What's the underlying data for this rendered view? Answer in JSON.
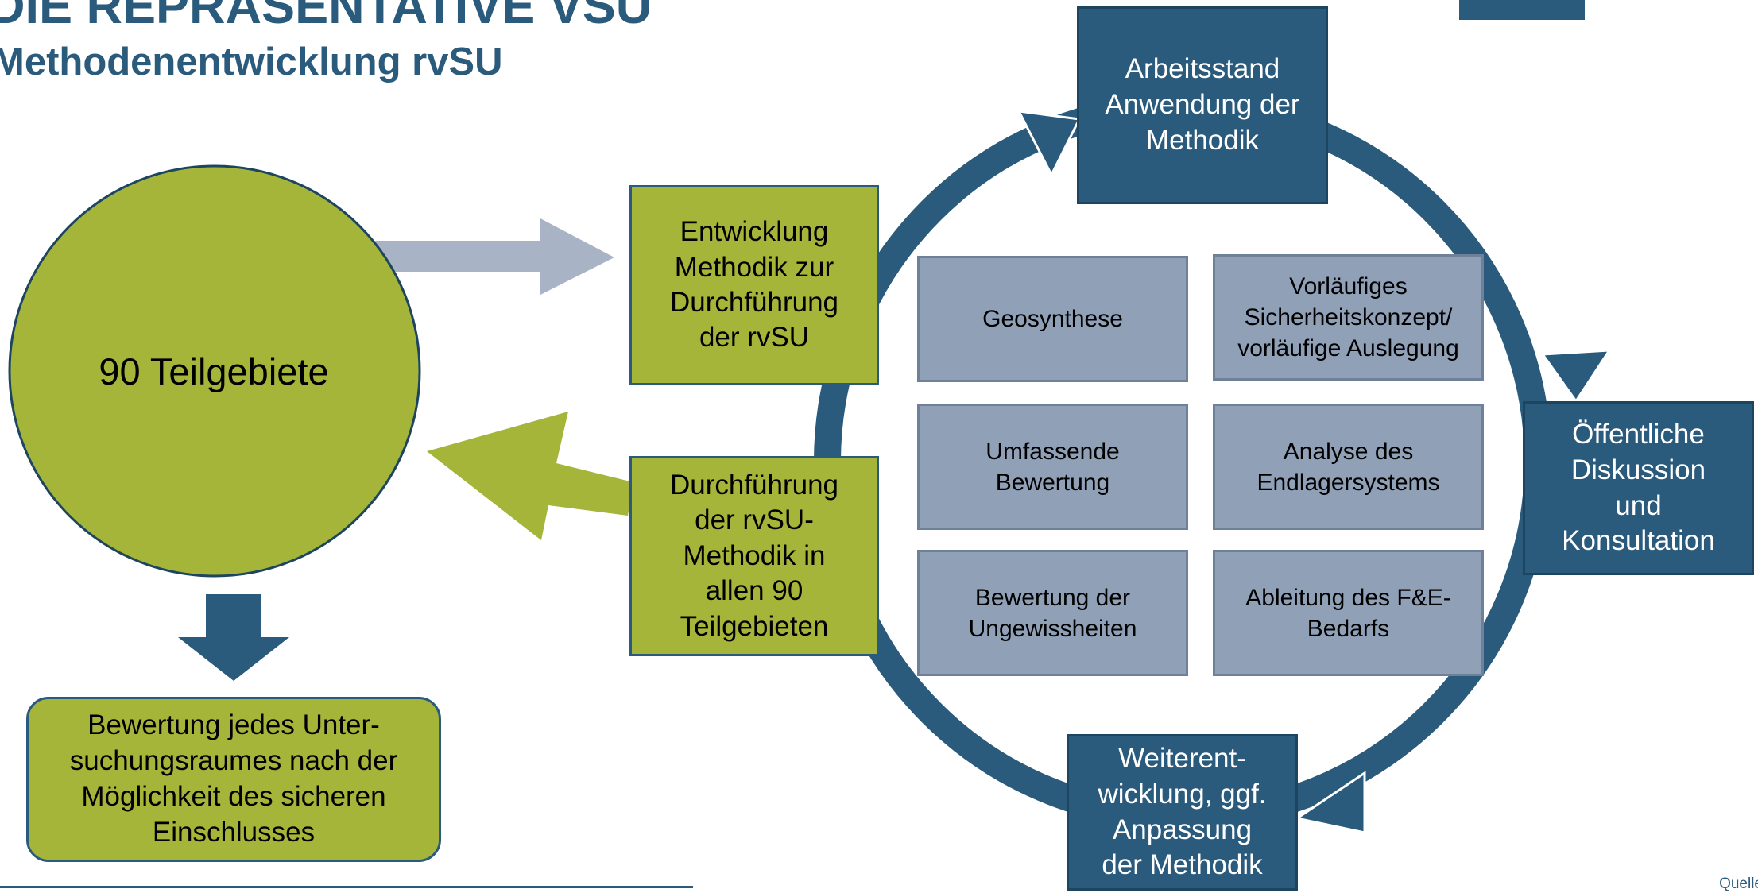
{
  "header": {
    "title": "DIE REPRÄSENTATIVE VSU",
    "subtitle": "Methodenentwicklung rvSU"
  },
  "left": {
    "circle_label": "90 Teilgebiete",
    "result_box": "Bewertung jedes Unter-\nsuchungsraumes nach der\nMöglichkeit des sicheren\nEinschlusses"
  },
  "middle": {
    "entwicklung_box": "Entwicklung\nMethodik zur\nDurchführung\nder rvSU",
    "durchfuehrung_box": "Durchführung\nder rvSU-\nMethodik in\nallen 90\nTeilgebieten"
  },
  "cycle": {
    "top_box": "Arbeitsstand\nAnwendung der\nMethodik",
    "right_box": "Öffentliche\nDiskussion\nund\nKonsultation",
    "bottom_box": "Weiterent-\nwicklung, ggf.\nAnpassung\nder Methodik"
  },
  "inner_boxes": [
    "Geosynthese",
    "Vorläufiges\nSicherheitskonzept/\nvorläufige Auslegung",
    "Umfassende\nBewertung",
    "Analyse des\nEndlagersystems",
    "Bewertung der\nUngewissheiten",
    "Ableitung des F&E-\nBedarfs"
  ],
  "footer": {
    "source": "Quelle"
  },
  "colors": {
    "dark_blue": "#2a5a7c",
    "olive_green": "#a5b53a",
    "grey_blue": "#8fa0b7",
    "light_grey_arrow": "#a8b4c6"
  }
}
